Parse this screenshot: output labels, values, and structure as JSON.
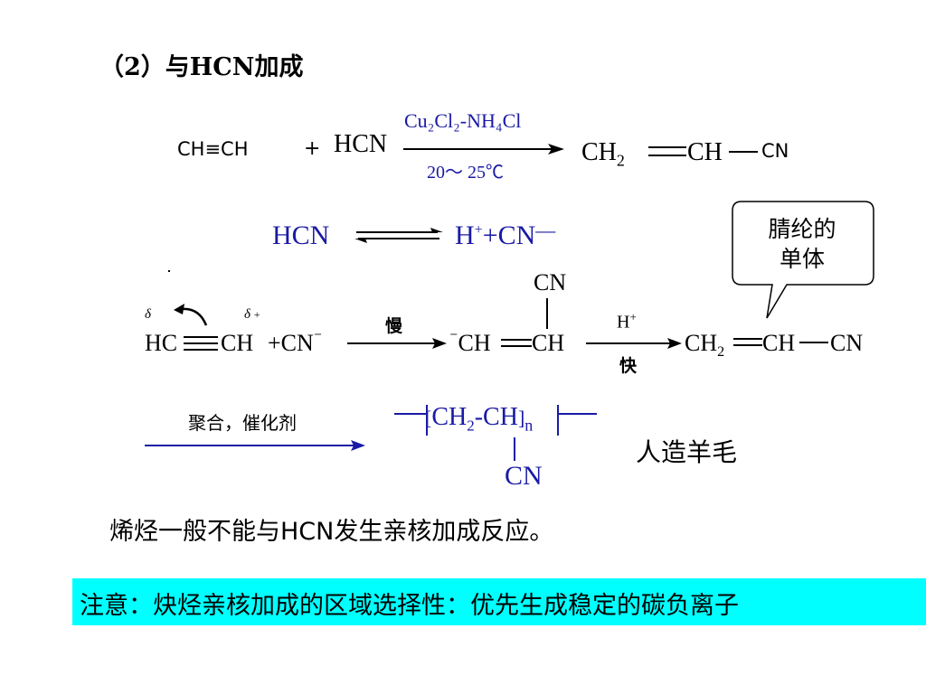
{
  "section_title": "（2）与HCN加成",
  "reaction1": {
    "reactant1": "CH≡CH",
    "plus": "+",
    "reactant2": "HCN",
    "catalyst": "Cu₂Cl₂-NH₄Cl",
    "conditions": "20～ 25℃",
    "product_left": "CH",
    "product_sub": "2",
    "product_mid": "CH",
    "product_right": "CN"
  },
  "equilibrium": {
    "left": "HCN",
    "right_h": "H",
    "right_plus_sup": "+",
    "right_rest": "+CN",
    "right_minus": "—"
  },
  "callout": {
    "line1": "腈纶的",
    "line2": "单体"
  },
  "mechanism": {
    "delta1": "δ",
    "delta2": "δ",
    "hc": "HC",
    "ch": "CH",
    "plus_cn": "+CN",
    "cn_minus": "⁻",
    "slow": "慢",
    "anion_minus": "⁻",
    "anion_ch": "CH",
    "anion_ch2": "CH",
    "cn_top": "CN",
    "h_plus_h": "H",
    "h_plus_sup": "+",
    "fast": "快",
    "prod_ch": "CH",
    "prod_sub": "2",
    "prod_ch_b": "CH",
    "prod_cn": "CN"
  },
  "polymerization": {
    "conditions": "聚合，催化剂",
    "bracket_open": "[",
    "ch2": "CH",
    "ch2_sub": "2",
    "dash_ch": "-CH",
    "bracket_close": "]",
    "n": "n",
    "cn": "CN",
    "product_name": "人造羊毛"
  },
  "statement": "烯烃一般不能与HCN发生亲核加成反应。",
  "note": "注意：炔烃亲核加成的区域选择性：优先生成稳定的碳负离子"
}
